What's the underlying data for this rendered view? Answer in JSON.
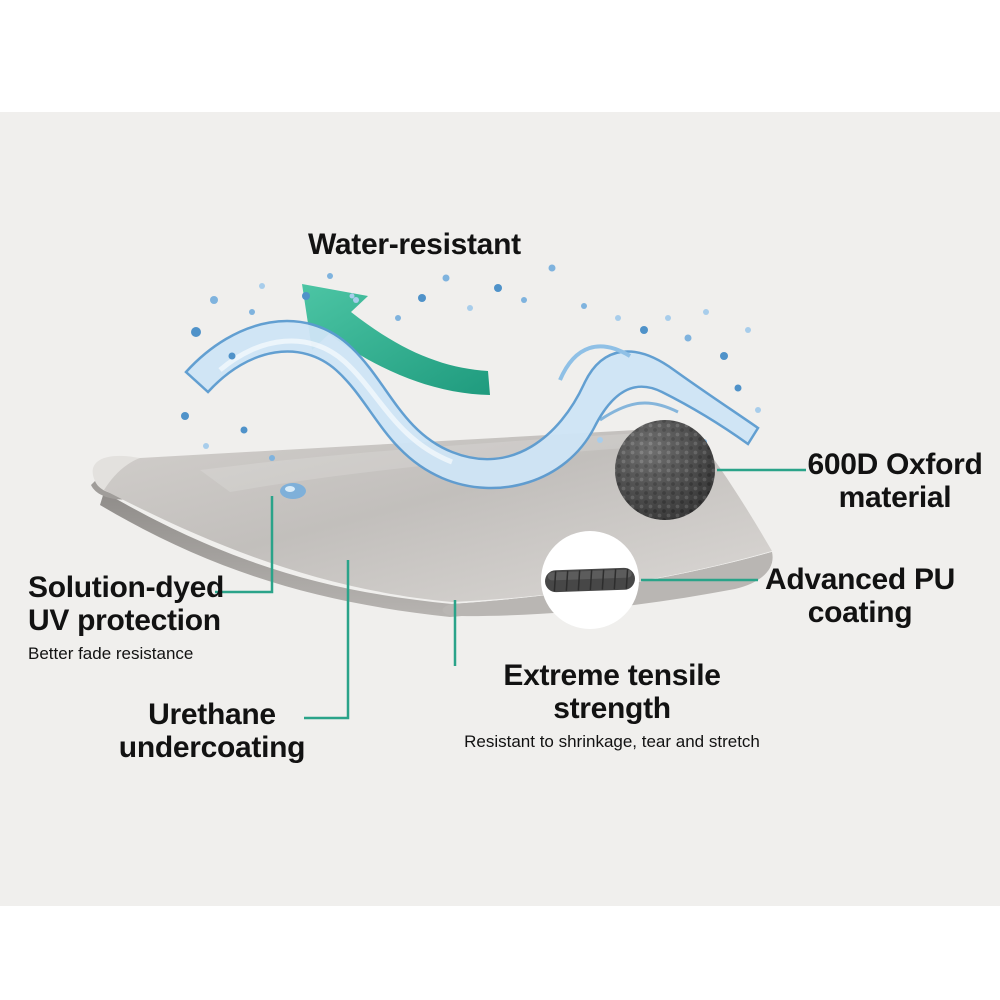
{
  "colors": {
    "accent_teal": "#2aa389",
    "background_band": "#f0efed",
    "text_dark": "#121212",
    "fabric_gray": "#c6c3c0",
    "water_blue": "#5b9bd0"
  },
  "icons": {
    "arrow": "water-repel-arrow-icon",
    "splash": "water-splash",
    "fabric": "fabric-sheet",
    "oxford_inset": "oxford-texture-inset",
    "pu_inset": "pu-coating-inset"
  },
  "callouts": {
    "water_resistant": {
      "label": "Water-resistant"
    },
    "oxford_material": {
      "line1": "600D Oxford",
      "line2": "material"
    },
    "pu_coating": {
      "line1": "Advanced PU",
      "line2": "coating"
    },
    "uv_protection": {
      "line1": "Solution-dyed",
      "line2": "UV protection",
      "subtitle": "Better fade resistance"
    },
    "urethane": {
      "line1": "Urethane",
      "line2": "undercoating"
    },
    "tensile": {
      "line1": "Extreme tensile",
      "line2": "strength",
      "subtitle": "Resistant to shrinkage, tear and stretch"
    }
  }
}
